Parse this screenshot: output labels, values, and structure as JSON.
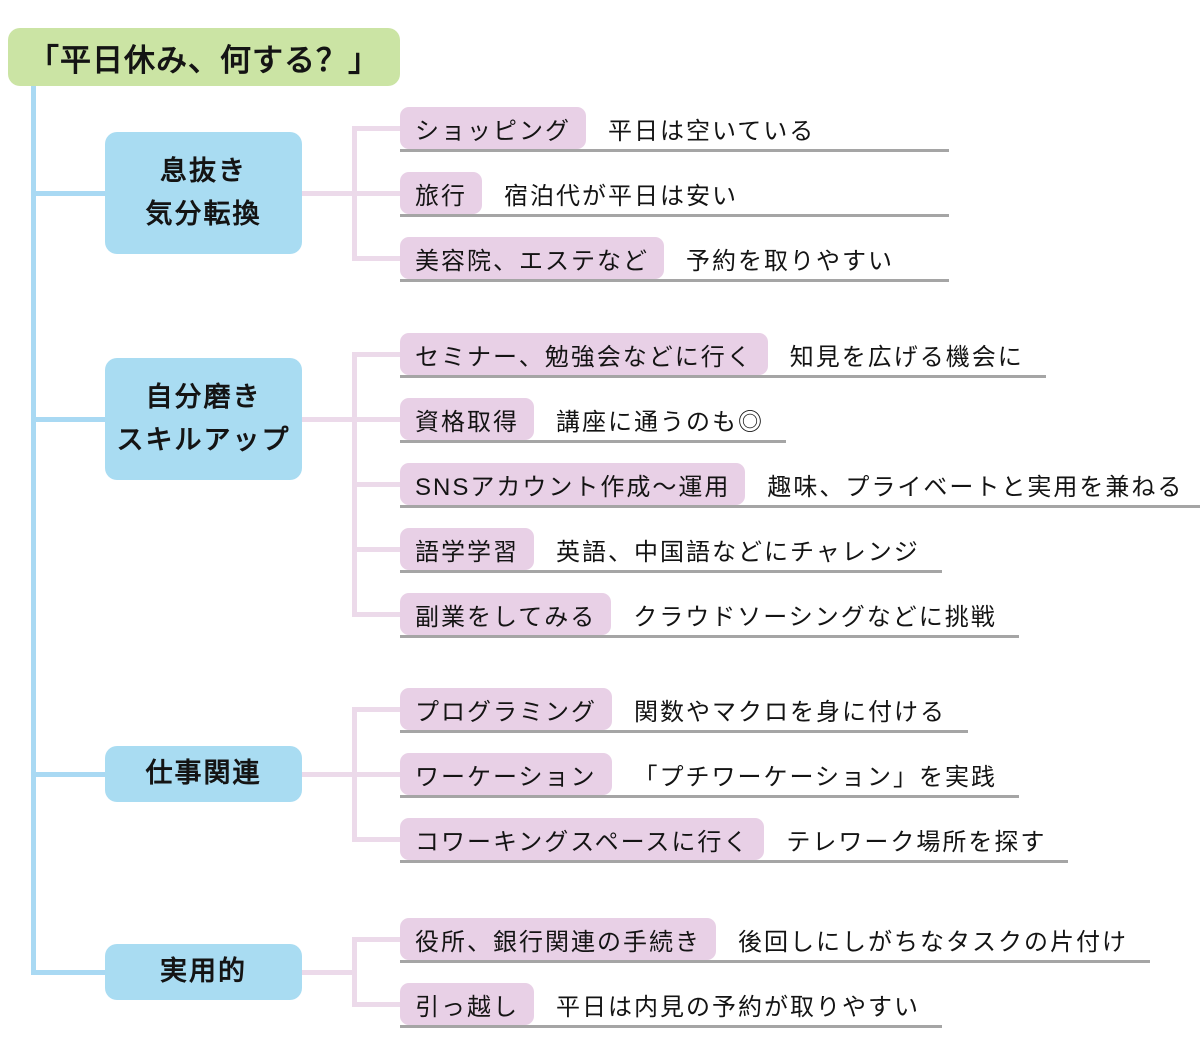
{
  "title": "「平日休み、何する？」",
  "colors": {
    "title_box": "#cbe4a4",
    "category_box": "#a9dcf2",
    "category_line": "#a9d9f3",
    "item_box": "#e8d0e6",
    "item_line": "#ecdaea",
    "underline": "#a5a5a5",
    "text": "#141414"
  },
  "categories": [
    {
      "label_lines": [
        "息抜き",
        "気分転換"
      ],
      "items": [
        {
          "tag": "ショッピング",
          "desc": "平日は空いている"
        },
        {
          "tag": "旅行",
          "desc": "宿泊代が平日は安い"
        },
        {
          "tag": "美容院、エステなど",
          "desc": "予約を取りやすい"
        }
      ]
    },
    {
      "label_lines": [
        "自分磨き",
        "スキルアップ"
      ],
      "items": [
        {
          "tag": "セミナー、勉強会などに行く",
          "desc": "知見を広げる機会に"
        },
        {
          "tag": "資格取得",
          "desc": "講座に通うのも◎"
        },
        {
          "tag": "SNSアカウント作成～運用",
          "desc": "趣味、プライベートと実用を兼ねる"
        },
        {
          "tag": "語学学習",
          "desc": "英語、中国語などにチャレンジ"
        },
        {
          "tag": "副業をしてみる",
          "desc": "クラウドソーシングなどに挑戦"
        }
      ]
    },
    {
      "label_lines": [
        "仕事関連"
      ],
      "items": [
        {
          "tag": "プログラミング",
          "desc": "関数やマクロを身に付ける"
        },
        {
          "tag": "ワーケーション",
          "desc": "「プチワーケーション」を実践"
        },
        {
          "tag": "コワーキングスペースに行く",
          "desc": "テレワーク場所を探す"
        }
      ]
    },
    {
      "label_lines": [
        "実用的"
      ],
      "items": [
        {
          "tag": "役所、銀行関連の手続き",
          "desc": "後回しにしがちなタスクの片付け"
        },
        {
          "tag": "引っ越し",
          "desc": "平日は内見の予約が取りやすい"
        }
      ]
    }
  ]
}
